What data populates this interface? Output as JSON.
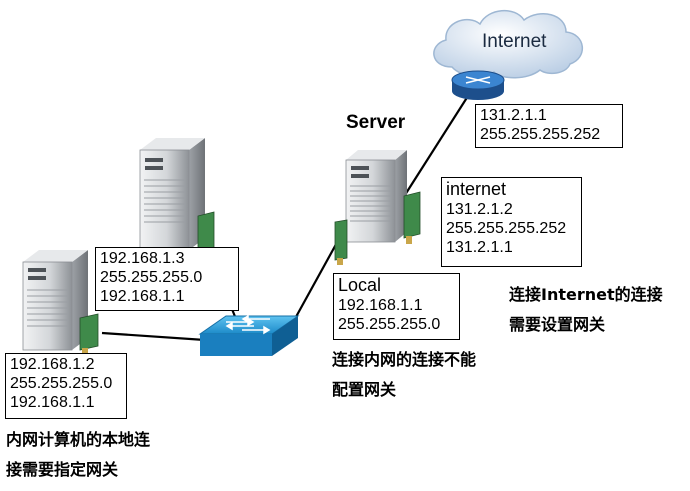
{
  "internet": {
    "label": "Internet"
  },
  "server": {
    "label": "Server"
  },
  "router_box": {
    "lines": [
      "131.2.1.1",
      "255.255.255.252"
    ]
  },
  "server_internet_box": {
    "header": "internet",
    "lines": [
      "131.2.1.2",
      "255.255.255.252",
      "131.2.1.1"
    ]
  },
  "server_local_box": {
    "header": "Local",
    "lines": [
      "192.168.1.1",
      "255.255.255.0"
    ]
  },
  "pc_back_box": {
    "lines": [
      "192.168.1.3",
      "255.255.255.0",
      "192.168.1.1"
    ]
  },
  "pc_front_box": {
    "lines": [
      "192.168.1.2",
      "255.255.255.0",
      "192.168.1.1"
    ]
  },
  "notes": {
    "internet_gateway": [
      "连接Internet的连接",
      "需要设置网关"
    ],
    "local_no_gateway": [
      "连接内网的连接不能",
      "配置网关"
    ],
    "lan_gateway": [
      "内网计算机的本地连",
      "接需要指定网关"
    ]
  },
  "colors": {
    "line": "#000000",
    "switch": "#1e8fd0",
    "router": "#2a6fb8",
    "cloud": "#dfeaf6",
    "server_body": "#c9ccd0",
    "nic": "#3f8a4a"
  }
}
